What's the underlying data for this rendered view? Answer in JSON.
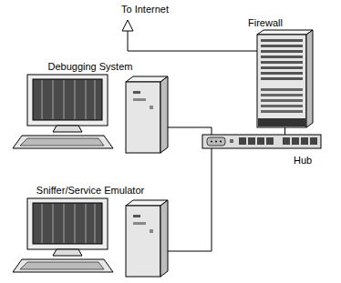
{
  "diagram": {
    "nodes": [
      {
        "text": [
          "Firewall"
        ]
      },
      {
        "text": [
          "Debugging System"
        ]
      },
      {
        "text": [
          "Hub"
        ]
      },
      {
        "text": [
          "Sniffer/Service Emulator"
        ]
      }
    ],
    "edges": [
      {
        "from": 0,
        "to": 2,
        "arrow": "none"
      },
      {
        "from": 1,
        "to": 2,
        "arrow": "none"
      },
      {
        "from": 2,
        "to": 3,
        "arrow": "none"
      }
    ],
    "labels": [
      "To Internet"
    ]
  }
}
